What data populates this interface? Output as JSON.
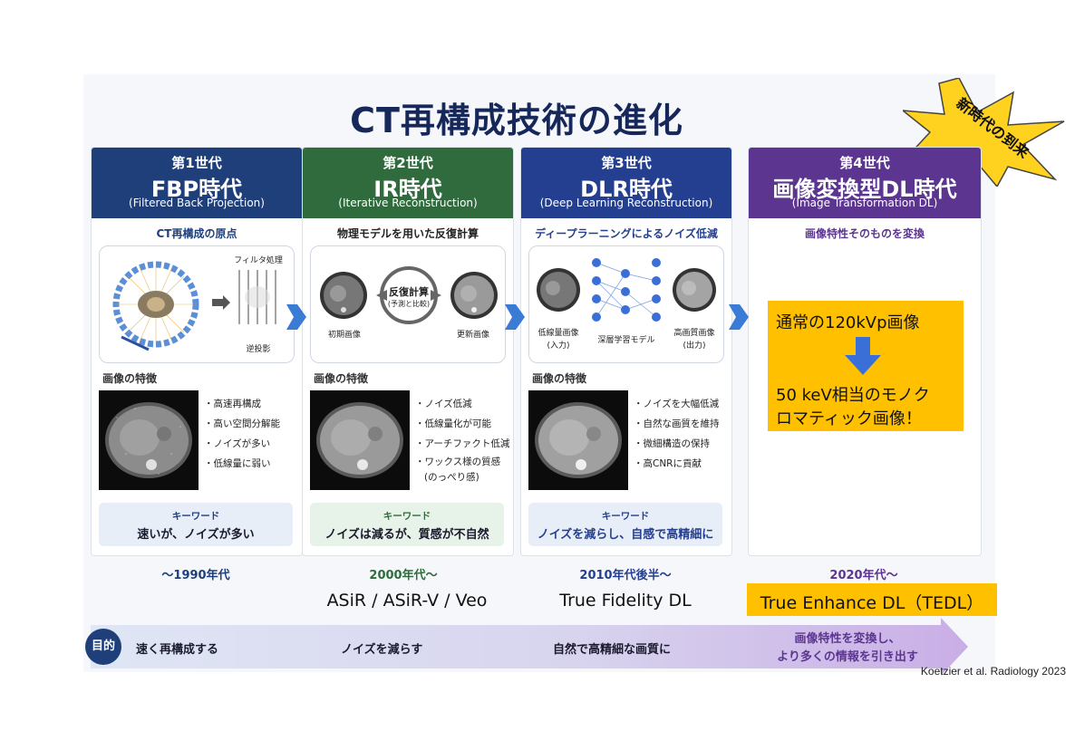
{
  "title": "CT再構成技術の進化",
  "burst": "新時代の到来",
  "columns": [
    {
      "gen": "第1世代",
      "era": "FBP時代",
      "sub": "(Filtered Back Projection)",
      "lead": "CT再構成の原点",
      "panel_labels": [
        "フィルタ処理",
        "逆投影"
      ],
      "features_title": "画像の特徴",
      "features": [
        "・高速再構成",
        "・高い空間分解能",
        "・ノイズが多い",
        "・低線量に弱い"
      ],
      "kw_title": "キーワード",
      "kw": "速いが、ノイズが多い",
      "year": "〜1990年代"
    },
    {
      "gen": "第2世代",
      "era": "IR時代",
      "sub": "(Iterative Reconstruction)",
      "lead": "物理モデルを用いた反復計算",
      "panel_labels": [
        "反復計算",
        "(予測と比較)",
        "初期画像",
        "更新画像"
      ],
      "features_title": "画像の特徴",
      "features": [
        "・ノイズ低減",
        "・低線量化が可能",
        "・アーチファクト低減",
        "・ワックス様の質感",
        "(のっぺり感)"
      ],
      "kw_title": "キーワード",
      "kw": "ノイズは減るが、質感が不自然",
      "year": "2000年代〜",
      "vendor": "ASiR / ASiR-V / Veo"
    },
    {
      "gen": "第3世代",
      "era": "DLR時代",
      "sub": "(Deep Learning Reconstruction)",
      "lead": "ディープラーニングによるノイズ低減",
      "panel_labels": [
        "低線量画像",
        "(入力)",
        "深層学習モデル",
        "高画質画像",
        "(出力)"
      ],
      "features_title": "画像の特徴",
      "features": [
        "・ノイズを大幅低減",
        "・自然な画質を維持",
        "・微細構造の保持",
        "・高CNRに貢献"
      ],
      "kw_title": "キーワード",
      "kw": "ノイズを減らし、自感で高精細に",
      "year": "2010年代後半〜",
      "vendor": "True Fidelity DL"
    },
    {
      "gen": "第4世代",
      "era": "画像変換型DL時代",
      "sub": "(Image Transformation DL)",
      "lead": "画像特性そのものを変換",
      "box1": "通常の120kVp画像",
      "box2": "50 keV相当のモノク",
      "box3": "ロマティック画像！",
      "year": "2020年代〜",
      "vendor": "True Enhance DL（TEDL）"
    }
  ],
  "purpose": {
    "badge": "目的",
    "items": [
      "速く再構成する",
      "ノイズを減らす",
      "自然で高精細な画質に",
      "画像特性を変換し、",
      "より多くの情報を引き出す"
    ]
  },
  "citation": "Koetzier et al. Radiology 2023",
  "colors": {
    "c1": "#1f3f7a",
    "c2": "#2f6b3c",
    "c3": "#243f8f",
    "c4": "#5b3590",
    "tedl": "#ffc000",
    "arrow": "#3a6fd8"
  }
}
